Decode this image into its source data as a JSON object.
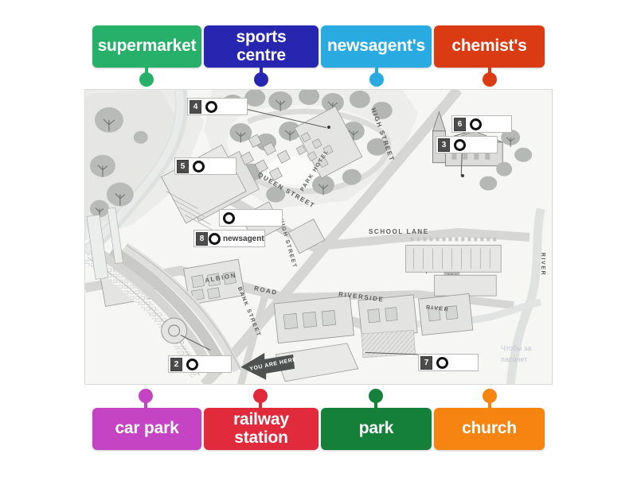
{
  "activity": {
    "type": "labelled-diagram",
    "background": "#ffffff"
  },
  "tiles_top": [
    {
      "label": "supermarket",
      "color": "#26b06a",
      "name": "tile-supermarket"
    },
    {
      "label": "sports centre",
      "color": "#2626b0",
      "name": "tile-sports-centre"
    },
    {
      "label": "newsagent's",
      "color": "#29abe2",
      "name": "tile-newsagents"
    },
    {
      "label": "chemist's",
      "color": "#db3b12",
      "name": "tile-chemists"
    }
  ],
  "tiles_bottom": [
    {
      "label": "car park",
      "color": "#c444c4",
      "name": "tile-car-park"
    },
    {
      "label": "railway station",
      "color": "#e12b3c",
      "name": "tile-railway-station"
    },
    {
      "label": "park",
      "color": "#14803a",
      "name": "tile-park"
    },
    {
      "label": "church",
      "color": "#f58410",
      "name": "tile-church"
    }
  ],
  "dropboxes": [
    {
      "number": "4",
      "answer": "",
      "name": "dropbox-4"
    },
    {
      "number": "5",
      "answer": "",
      "name": "dropbox-5"
    },
    {
      "number": "6",
      "answer": "",
      "name": "dropbox-6"
    },
    {
      "number": "3",
      "answer": "",
      "name": "dropbox-3"
    },
    {
      "number": "",
      "answer": "",
      "name": "dropbox-8"
    },
    {
      "number": "8",
      "answer": "newsagent's",
      "name": "dropbox-newsagents-filled"
    },
    {
      "number": "2",
      "answer": "",
      "name": "dropbox-2"
    },
    {
      "number": "7",
      "answer": "",
      "name": "dropbox-7"
    }
  ],
  "map": {
    "name": "town-map",
    "streets": [
      {
        "text": "QUEEN STREET",
        "name": "street-queen-street"
      },
      {
        "text": "PARK HOTEL",
        "name": "street-park-hotel"
      },
      {
        "text": "HIGH STREET",
        "name": "street-high-street-upper"
      },
      {
        "text": "SCHOOL LANE",
        "name": "street-school-lane"
      },
      {
        "text": "HIGH STREET",
        "name": "street-high-street-mid"
      },
      {
        "text": "ALBION",
        "name": "street-albion"
      },
      {
        "text": "ROAD",
        "name": "street-road"
      },
      {
        "text": "RIVERSIDE",
        "name": "street-riverside"
      },
      {
        "text": "RIVER",
        "name": "street-river-label"
      },
      {
        "text": "RIVER",
        "name": "street-river-right"
      },
      {
        "text": "BANK STREET",
        "name": "street-bank-street"
      }
    ],
    "you_are_here": "YOU ARE HERE",
    "watermark_lines": [
      "Чтобы за",
      "парачет"
    ]
  }
}
